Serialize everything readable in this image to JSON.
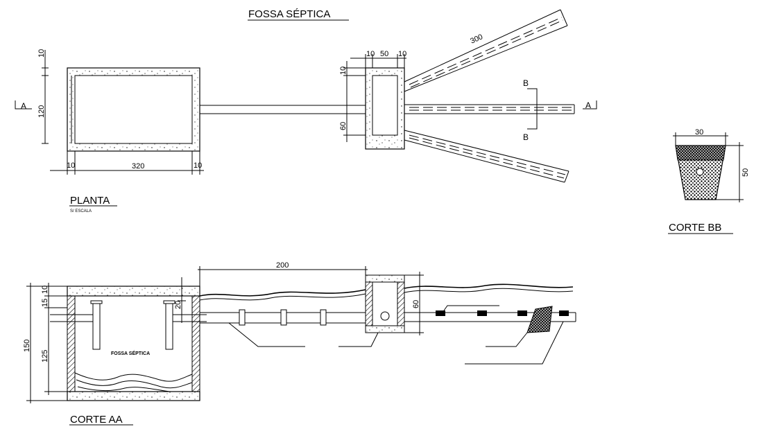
{
  "titles": {
    "main": "FOSSA SÉPTICA",
    "planta": "PLANTA",
    "planta_scale": "S/    ESCALA",
    "corte_aa": "CORTE AA",
    "corte_bb": "CORTE BB",
    "tank_label": "FOSSA SÉPTICA"
  },
  "cut_marks": {
    "a_left": "A",
    "a_right": "A",
    "b_top": "B",
    "b_bottom": "B"
  },
  "dimensions": {
    "planta_top_wall": "10",
    "planta_height": "120",
    "planta_left_wall": "10",
    "planta_length": "320",
    "planta_right_wall": "10",
    "box_wall_left": "10",
    "box_inner": "50",
    "box_wall_right": "10",
    "box_top_wall": "10",
    "box_depth": "60",
    "trench_length": "300",
    "bb_width": "30",
    "bb_depth": "50",
    "aa_top_slab": "10",
    "aa_inlet": "15",
    "aa_total_height": "150",
    "aa_liquid": "125",
    "aa_outlet_drop": "20",
    "aa_pipe_length": "200",
    "aa_box_depth": "60"
  }
}
